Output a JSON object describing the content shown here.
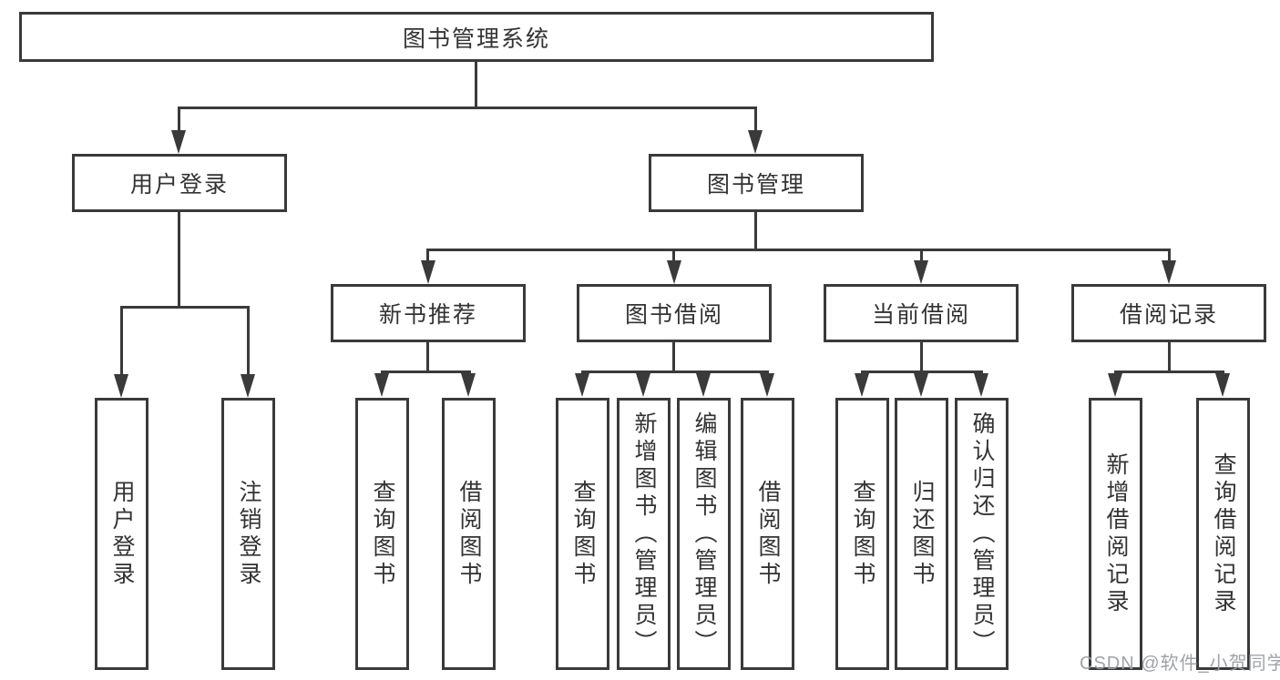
{
  "diagram": {
    "nodes": {
      "root": {
        "label": "图书管理系统"
      },
      "user_login": {
        "label": "用户登录"
      },
      "book_management": {
        "label": "图书管理"
      },
      "new_book_recommend": {
        "label": "新书推荐"
      },
      "book_borrow": {
        "label": "图书借阅"
      },
      "current_borrow": {
        "label": "当前借阅"
      },
      "borrow_records": {
        "label": "借阅记录"
      },
      "leaf_user_login": {
        "label": "用户登录"
      },
      "leaf_logout": {
        "label": "注销登录"
      },
      "leaf_rec_query_book": {
        "label": "查询图书"
      },
      "leaf_rec_borrow_book": {
        "label": "借阅图书"
      },
      "leaf_bor_query_book": {
        "label": "查询图书"
      },
      "leaf_bor_add_book": {
        "label": "新增图书（管理员）"
      },
      "leaf_bor_edit_book": {
        "label": "编辑图书（管理员）"
      },
      "leaf_bor_borrow_book": {
        "label": "借阅图书"
      },
      "leaf_cur_query_book": {
        "label": "查询图书"
      },
      "leaf_cur_return_book": {
        "label": "归还图书"
      },
      "leaf_cur_confirm_return": {
        "label": "确认归还（管理员）"
      },
      "leaf_rcd_add_record": {
        "label": "新增借阅记录"
      },
      "leaf_rcd_query_record": {
        "label": "查询借阅记录"
      }
    },
    "colors": {
      "line": "#3a3a3a",
      "text": "#333333",
      "node_background": "#ffffff",
      "page_background": "#ffffff",
      "watermark": "#9a9ea3"
    }
  },
  "watermark": {
    "text": "CSDN @软件_小贺同学"
  }
}
